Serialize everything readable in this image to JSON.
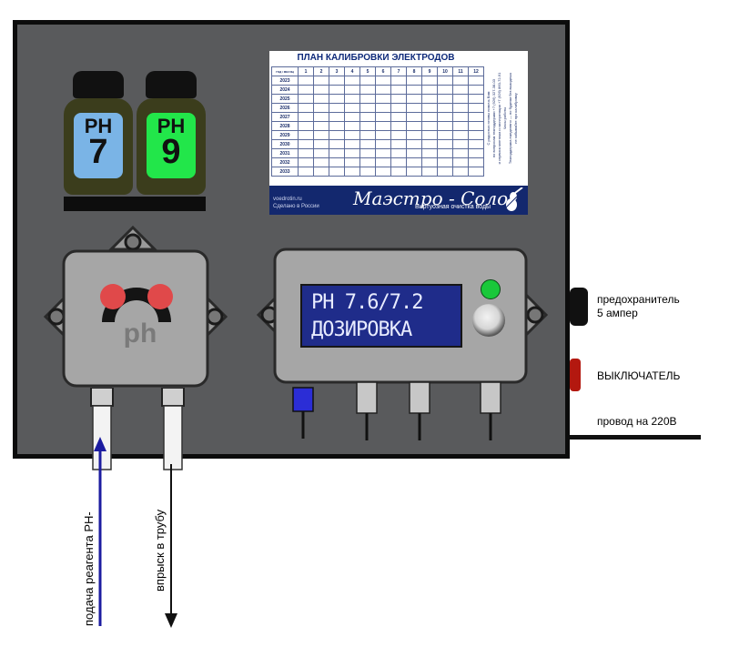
{
  "card": {
    "title": "ПЛАН КАЛИБРОВКИ ЭЛЕКТРОДОВ",
    "corner_year": "ГОД",
    "corner_month": "МЕСЯЦ",
    "months": [
      "1",
      "2",
      "3",
      "4",
      "5",
      "6",
      "7",
      "8",
      "9",
      "10",
      "11",
      "12"
    ],
    "years": [
      "2023",
      "2024",
      "2025",
      "2026",
      "2027",
      "2028",
      "2029",
      "2030",
      "2031",
      "2032",
      "2033"
    ],
    "side_text_1": "С радостью готовы помочь Вам",
    "side_text_2": "по вопросам техподдержки +7 (926) 327-38-03",
    "side_text_3": "и сервиса монтажа и эксплуатации +7 (926) 860-72-91",
    "side_text_4": "Часы работы",
    "side_text_5": "Техподдержка ежедневно — по будням без выходных",
    "side_text_6": "не забывайте про калибровку",
    "site": "voedrotin.ru",
    "made": "Сделано в России",
    "brand": "Маэстро - Соло",
    "slogan": "Виртуозная очистка воды"
  },
  "bottles": [
    {
      "top": "PH",
      "num": "7",
      "color": "#7ab4e6"
    },
    {
      "top": "PH",
      "num": "9",
      "color": "#22e64a"
    }
  ],
  "pump": {
    "label": "ph"
  },
  "controller": {
    "line1": "PH 7.6/7.2",
    "line2": "ДОЗИРОВКА",
    "led_color": "#19c83a"
  },
  "notes": {
    "fuse": "предохранитель\n5 ампер",
    "switch": "ВЫКЛЮЧАТЕЛЬ",
    "power": "провод  на 220В",
    "inlet": "подача реагента РН-",
    "outlet": "впрыск в трубу"
  },
  "colors": {
    "panel": "#595a5c",
    "inlet_arrow": "#1c1ca0",
    "outlet_arrow": "#111111",
    "switch": "#b3180f"
  }
}
